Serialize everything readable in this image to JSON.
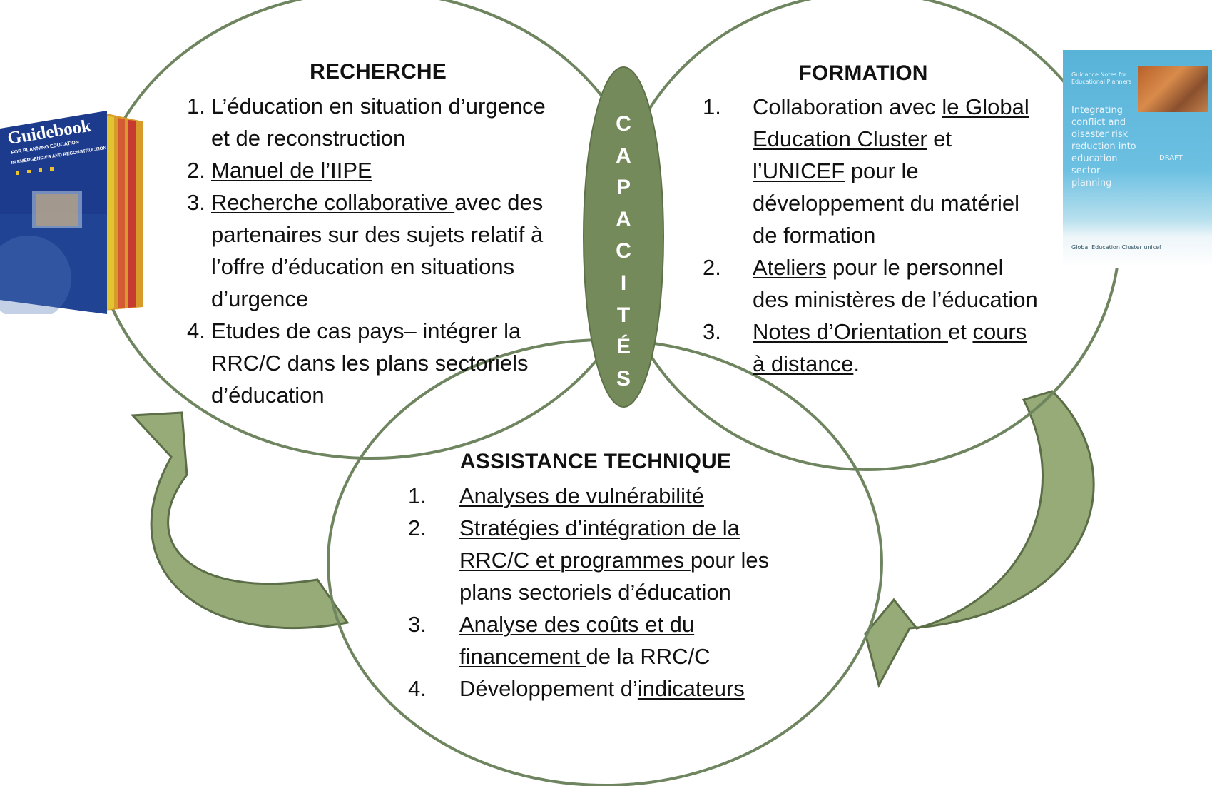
{
  "colors": {
    "circle_stroke": "#6f8560",
    "capacites_fill": "#758a5a",
    "arrow_fill": "#97ab79",
    "arrow_stroke": "#5b6e47"
  },
  "capacites": {
    "letters": [
      "C",
      "A",
      "P",
      "A",
      "C",
      "I",
      "T",
      "É",
      "S"
    ]
  },
  "recherche": {
    "title": "RECHERCHE",
    "items": [
      {
        "num": "1.",
        "parts": [
          {
            "t": "L’éducation en situation d’urgence et de reconstruction"
          }
        ]
      },
      {
        "num": "2.",
        "parts": [
          {
            "t": "Manuel de l’IIPE",
            "u": true
          }
        ]
      },
      {
        "num": "3.",
        "parts": [
          {
            "t": "Recherche collaborative ",
            "u": true
          },
          {
            "t": "avec des partenaires sur des sujets relatif à l’offre d’éducation en situations d’urgence"
          }
        ]
      },
      {
        "num": "4.",
        "parts": [
          {
            "t": "Etudes de cas pays– intégrer la RRC/C dans les plans sectoriels d’éducation"
          }
        ]
      }
    ]
  },
  "formation": {
    "title": "FORMATION",
    "items": [
      {
        "num": "1.",
        "parts": [
          {
            "t": "Collaboration avec "
          },
          {
            "t": "le Global Education Cluster",
            "u": true
          },
          {
            "t": " et "
          },
          {
            "t": "l’UNICEF",
            "u": true
          },
          {
            "t": " pour le développement du matériel de formation"
          }
        ]
      },
      {
        "num": "2.",
        "parts": [
          {
            "t": "Ateliers",
            "u": true
          },
          {
            "t": " pour le personnel des ministères de l’éducation"
          }
        ]
      },
      {
        "num": "3.",
        "parts": [
          {
            "t": "Notes d’Orientation ",
            "u": true
          },
          {
            "t": "et "
          },
          {
            "t": "cours à distance",
            "u": true
          },
          {
            "t": "."
          }
        ]
      }
    ]
  },
  "assistance": {
    "title": "ASSISTANCE TECHNIQUE",
    "items": [
      {
        "num": "1.",
        "parts": [
          {
            "t": "Analyses de vulnérabilité",
            "u": true
          }
        ]
      },
      {
        "num": "2.",
        "parts": [
          {
            "t": "Stratégies d’intégration de la RRC/C et programmes ",
            "u": true
          },
          {
            "t": "pour les plans sectoriels d’éducation"
          }
        ]
      },
      {
        "num": "3.",
        "parts": [
          {
            "t": "Analyse des coûts et du financement ",
            "u": true
          },
          {
            "t": "de la RRC/C"
          }
        ]
      },
      {
        "num": "4.",
        "parts": [
          {
            "t": "Développement d’"
          },
          {
            "t": "indicateurs",
            "u": true
          }
        ]
      }
    ]
  },
  "book_left": {
    "title": "Guidebook",
    "subtitle": "FOR PLANNING EDUCATION",
    "subtitle2": "IN EMERGENCIES AND RECONSTRUCTION"
  },
  "book_right": {
    "header": "Guidance Notes for Educational Planners",
    "title": "Integrating conflict and disaster risk reduction into education sector planning",
    "draft": "DRAFT",
    "footer": "Global Education Cluster   unicef"
  }
}
